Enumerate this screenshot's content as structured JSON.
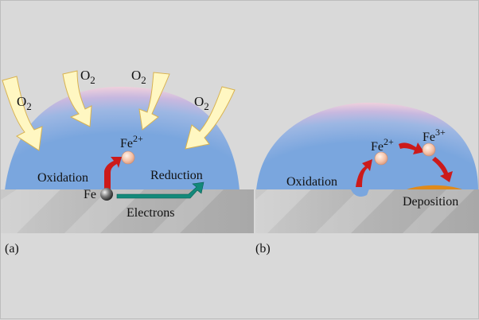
{
  "panel_a": {
    "label": "(a)",
    "oxygen_labels": [
      "O2",
      "O2",
      "O2",
      "O2"
    ],
    "fe2_label": "Fe",
    "fe2_charge": "2+",
    "oxidation": "Oxidation",
    "reduction": "Reduction",
    "fe": "Fe",
    "electrons": "Electrons"
  },
  "panel_b": {
    "label": "(b)",
    "oxidation": "Oxidation",
    "fe2_label": "Fe",
    "fe2_charge": "2+",
    "fe3_label": "Fe",
    "fe3_charge": "3+",
    "deposition": "Deposition"
  },
  "colors": {
    "droplet": "#8db0dc",
    "halo": "#f0c6d8",
    "arrow_red": "#cc1a1a",
    "arrow_teal": "#13897a",
    "oxygen_arrow": "#fff7c2",
    "metal": "#a9a9a9",
    "deposit": "#e08a1a"
  }
}
